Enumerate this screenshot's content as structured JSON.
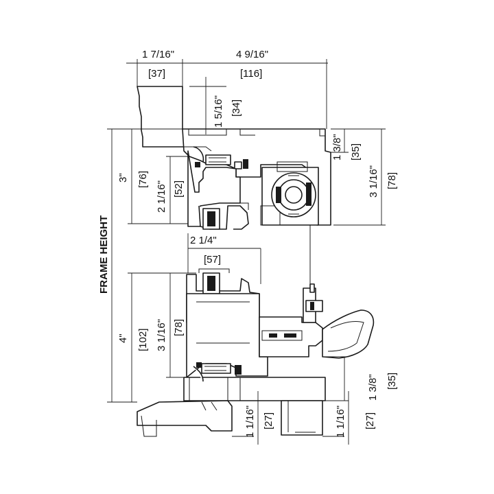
{
  "frame_height_label": "FRAME HEIGHT",
  "dims": {
    "top_left_width_in": "1 7/16\"",
    "top_left_width_mm": "[37]",
    "top_width_in": "4 9/16\"",
    "top_width_mm": "[116]",
    "upper_leg_in": "1 5/16\"",
    "upper_leg_mm": "[34]",
    "head_right_in": "1 3/8\"",
    "head_right_mm": "[35]",
    "head_total_in": "3 1/16\"",
    "head_total_mm": "[78]",
    "head_left_in": "3\"",
    "head_left_mm": "[76]",
    "head_inner_in": "2 1/16\"",
    "head_inner_mm": "[52]",
    "mid_width_in": "2 1/4\"",
    "mid_width_mm": "[57]",
    "sill_left_in": "4\"",
    "sill_left_mm": "[102]",
    "sill_inner_in": "3 1/16\"",
    "sill_inner_mm": "[78]",
    "sill_right_in": "1 3/8\"",
    "sill_right_mm": "[35]",
    "sill_leg_in": "1 1/16\"",
    "sill_leg_mm": "[27]",
    "sill_leg2_in": "1 1/16\"",
    "sill_leg2_mm": "[27]"
  }
}
